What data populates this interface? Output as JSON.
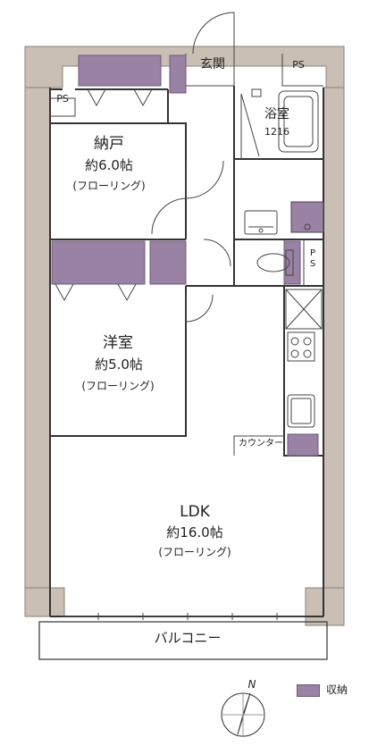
{
  "rooms": {
    "storage_room": {
      "name": "納戸",
      "size": "約6.0帖",
      "floor": "(フローリング)"
    },
    "western_room": {
      "name": "洋室",
      "size": "約5.0帖",
      "floor": "(フローリング)"
    },
    "ldk": {
      "name": "LDK",
      "size": "約16.0帖",
      "floor": "(フローリング)"
    },
    "bath": {
      "name": "浴室",
      "size": "1216"
    }
  },
  "labels": {
    "entrance": "玄関",
    "ps_top_right": "PS",
    "ps_left": "PS",
    "ps_toilet": "P\nS",
    "counter": "カウンター",
    "balcony": "バルコニー",
    "north": "N"
  },
  "legend": {
    "storage_label": "収納",
    "storage_color": "#9a82a4"
  },
  "colors": {
    "wall": "#c9bfb5",
    "wall_stroke": "#8a8078",
    "line": "#333333"
  }
}
